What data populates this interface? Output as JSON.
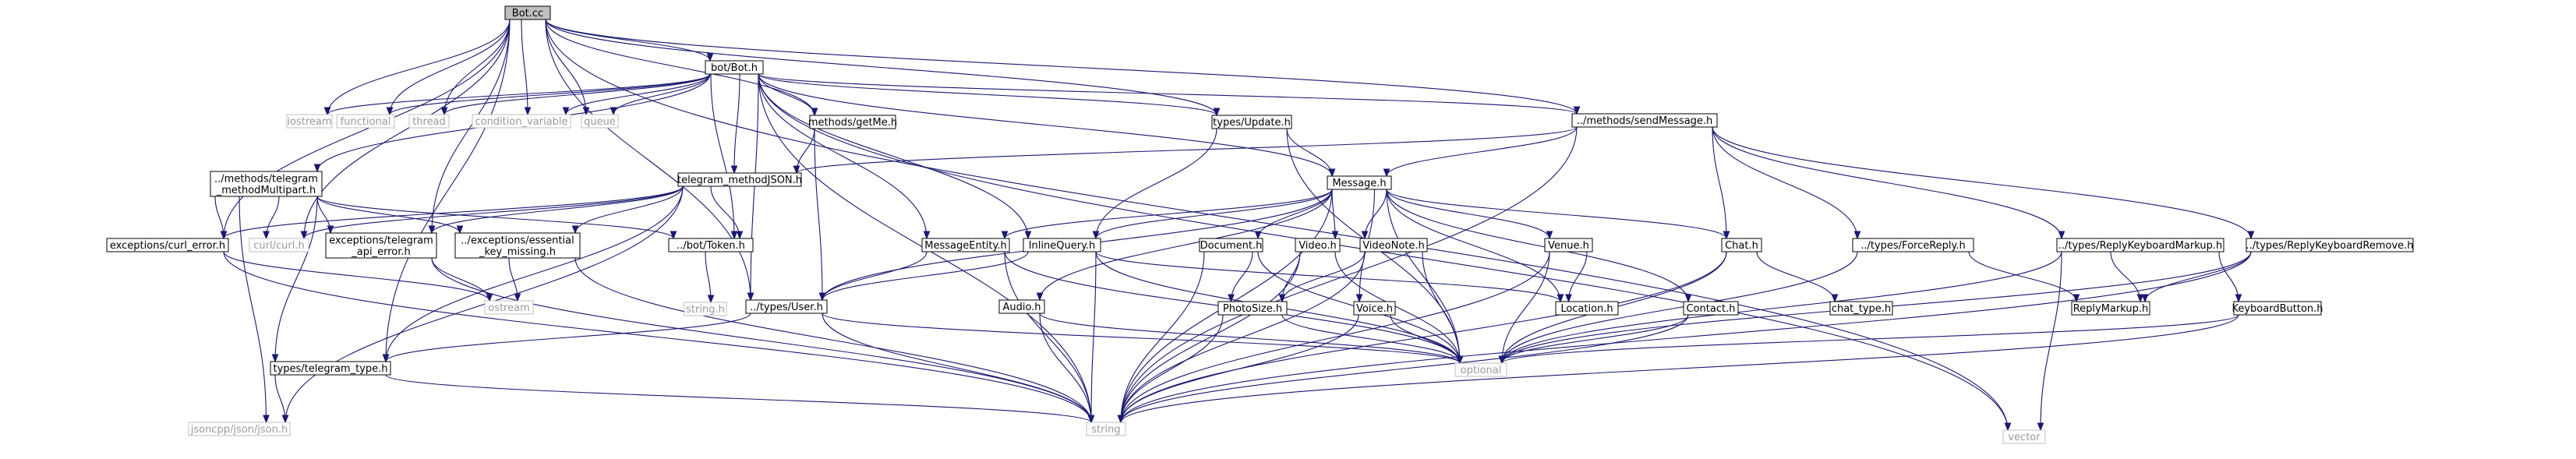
{
  "graph": {
    "colors": {
      "edge": "#191970",
      "node_border": "#000000",
      "root_fill": "#bfbfbf",
      "external_border": "#bfbfbf",
      "external_text": "#9a9a9a"
    },
    "nodes": [
      {
        "id": "bot_cc",
        "label": "Bot.cc",
        "kind": "root"
      },
      {
        "id": "bot_bot_h",
        "label": "bot/Bot.h",
        "kind": "file"
      },
      {
        "id": "iostream",
        "label": "iostream",
        "kind": "external"
      },
      {
        "id": "functional",
        "label": "functional",
        "kind": "external"
      },
      {
        "id": "thread",
        "label": "thread",
        "kind": "external"
      },
      {
        "id": "condition_variable",
        "label": "condition_variable",
        "kind": "external"
      },
      {
        "id": "queue",
        "label": "queue",
        "kind": "external"
      },
      {
        "id": "methods_getme",
        "label": "methods/getMe.h",
        "kind": "file"
      },
      {
        "id": "types_update",
        "label": "types/Update.h",
        "kind": "file"
      },
      {
        "id": "methods_sendmessage",
        "label": "../methods/sendMessage.h",
        "kind": "file"
      },
      {
        "id": "vector",
        "label": "vector",
        "kind": "external"
      },
      {
        "id": "telegram_multipart",
        "label": "../methods/telegram_methodMultipart.h",
        "label_lines": [
          "../methods/telegram",
          "_methodMultipart.h"
        ],
        "kind": "file"
      },
      {
        "id": "telegram_methodjson",
        "label": "telegram_methodJSON.h",
        "kind": "file"
      },
      {
        "id": "message_h",
        "label": "Message.h",
        "kind": "file"
      },
      {
        "id": "exceptions_curl_error",
        "label": "exceptions/curl_error.h",
        "kind": "file"
      },
      {
        "id": "curl_curl",
        "label": "curl/curl.h",
        "kind": "external"
      },
      {
        "id": "exceptions_telegram_api_error",
        "label": "exceptions/telegram_api_error.h",
        "label_lines": [
          "exceptions/telegram",
          "_api_error.h"
        ],
        "kind": "file"
      },
      {
        "id": "exceptions_essential_key_missing",
        "label": "../exceptions/essential_key_missing.h",
        "label_lines": [
          "../exceptions/essential",
          "_key_missing.h"
        ],
        "kind": "file"
      },
      {
        "id": "bot_token",
        "label": "../bot/Token.h",
        "kind": "file"
      },
      {
        "id": "message_entity",
        "label": "MessageEntity.h",
        "kind": "file"
      },
      {
        "id": "inline_query",
        "label": "InlineQuery.h",
        "kind": "file"
      },
      {
        "id": "document_h",
        "label": "Document.h",
        "kind": "file"
      },
      {
        "id": "video_h",
        "label": "Video.h",
        "kind": "file"
      },
      {
        "id": "videonote_h",
        "label": "VideoNote.h",
        "kind": "file"
      },
      {
        "id": "venue_h",
        "label": "Venue.h",
        "kind": "file"
      },
      {
        "id": "chat_h",
        "label": "Chat.h",
        "kind": "file"
      },
      {
        "id": "types_forcereply",
        "label": "../types/ForceReply.h",
        "kind": "file"
      },
      {
        "id": "types_replykeyboardmarkup",
        "label": "../types/ReplyKeyboardMarkup.h",
        "kind": "file"
      },
      {
        "id": "types_replykeyboardremove",
        "label": "../types/ReplyKeyboardRemove.h",
        "kind": "file"
      },
      {
        "id": "string_h",
        "label": "string.h",
        "kind": "external"
      },
      {
        "id": "ostream",
        "label": "ostream",
        "kind": "external"
      },
      {
        "id": "types_user",
        "label": "../types/User.h",
        "kind": "file"
      },
      {
        "id": "audio_h",
        "label": "Audio.h",
        "kind": "file"
      },
      {
        "id": "photosize_h",
        "label": "PhotoSize.h",
        "kind": "file"
      },
      {
        "id": "voice_h",
        "label": "Voice.h",
        "kind": "file"
      },
      {
        "id": "location_h",
        "label": "Location.h",
        "kind": "file"
      },
      {
        "id": "contact_h",
        "label": "Contact.h",
        "kind": "file"
      },
      {
        "id": "chat_type_h",
        "label": "chat_type.h",
        "kind": "file"
      },
      {
        "id": "replymarkup_h",
        "label": "ReplyMarkup.h",
        "kind": "file"
      },
      {
        "id": "keyboardbutton_h",
        "label": "KeyboardButton.h",
        "kind": "file"
      },
      {
        "id": "optional",
        "label": "optional",
        "kind": "external"
      },
      {
        "id": "types_telegram_type",
        "label": "types/telegram_type.h",
        "kind": "file"
      },
      {
        "id": "json_h",
        "label": "jsoncpp/json/json.h",
        "kind": "external"
      },
      {
        "id": "string",
        "label": "string",
        "kind": "external"
      }
    ],
    "edges": [
      [
        "bot_cc",
        "bot_bot_h"
      ],
      [
        "bot_cc",
        "iostream"
      ],
      [
        "bot_cc",
        "functional"
      ],
      [
        "bot_cc",
        "thread"
      ],
      [
        "bot_cc",
        "condition_variable"
      ],
      [
        "bot_cc",
        "queue"
      ],
      [
        "bot_cc",
        "methods_getme"
      ],
      [
        "bot_cc",
        "types_update"
      ],
      [
        "bot_cc",
        "methods_sendmessage"
      ],
      [
        "bot_cc",
        "vector"
      ],
      [
        "bot_cc",
        "exceptions_curl_error"
      ],
      [
        "bot_cc",
        "curl_curl"
      ],
      [
        "bot_cc",
        "exceptions_telegram_api_error"
      ],
      [
        "bot_cc",
        "types_user"
      ],
      [
        "bot_cc",
        "types_telegram_type"
      ],
      [
        "bot_bot_h",
        "iostream"
      ],
      [
        "bot_bot_h",
        "functional"
      ],
      [
        "bot_bot_h",
        "thread"
      ],
      [
        "bot_bot_h",
        "condition_variable"
      ],
      [
        "bot_bot_h",
        "queue"
      ],
      [
        "bot_bot_h",
        "methods_getme"
      ],
      [
        "bot_bot_h",
        "types_update"
      ],
      [
        "bot_bot_h",
        "methods_sendmessage"
      ],
      [
        "bot_bot_h",
        "telegram_multipart"
      ],
      [
        "bot_bot_h",
        "telegram_methodjson"
      ],
      [
        "bot_bot_h",
        "message_h"
      ],
      [
        "bot_bot_h",
        "message_entity"
      ],
      [
        "bot_bot_h",
        "inline_query"
      ],
      [
        "bot_bot_h",
        "bot_token"
      ],
      [
        "bot_bot_h",
        "types_user"
      ],
      [
        "bot_bot_h",
        "vector"
      ],
      [
        "bot_bot_h",
        "string"
      ],
      [
        "methods_getme",
        "telegram_methodjson"
      ],
      [
        "methods_getme",
        "types_user"
      ],
      [
        "types_update",
        "message_h"
      ],
      [
        "types_update",
        "inline_query"
      ],
      [
        "types_update",
        "optional"
      ],
      [
        "methods_sendmessage",
        "telegram_methodjson"
      ],
      [
        "methods_sendmessage",
        "message_h"
      ],
      [
        "methods_sendmessage",
        "chat_h"
      ],
      [
        "methods_sendmessage",
        "types_forcereply"
      ],
      [
        "methods_sendmessage",
        "types_replykeyboardmarkup"
      ],
      [
        "methods_sendmessage",
        "types_replykeyboardremove"
      ],
      [
        "methods_sendmessage",
        "string"
      ],
      [
        "telegram_multipart",
        "exceptions_curl_error"
      ],
      [
        "telegram_multipart",
        "curl_curl"
      ],
      [
        "telegram_multipart",
        "exceptions_telegram_api_error"
      ],
      [
        "telegram_multipart",
        "exceptions_essential_key_missing"
      ],
      [
        "telegram_multipart",
        "bot_token"
      ],
      [
        "telegram_multipart",
        "types_telegram_type"
      ],
      [
        "telegram_multipart",
        "json_h"
      ],
      [
        "telegram_methodjson",
        "exceptions_curl_error"
      ],
      [
        "telegram_methodjson",
        "curl_curl"
      ],
      [
        "telegram_methodjson",
        "exceptions_telegram_api_error"
      ],
      [
        "telegram_methodjson",
        "exceptions_essential_key_missing"
      ],
      [
        "telegram_methodjson",
        "bot_token"
      ],
      [
        "telegram_methodjson",
        "types_telegram_type"
      ],
      [
        "telegram_methodjson",
        "json_h"
      ],
      [
        "message_h",
        "message_entity"
      ],
      [
        "message_h",
        "inline_query"
      ],
      [
        "message_h",
        "document_h"
      ],
      [
        "message_h",
        "video_h"
      ],
      [
        "message_h",
        "videonote_h"
      ],
      [
        "message_h",
        "venue_h"
      ],
      [
        "message_h",
        "chat_h"
      ],
      [
        "message_h",
        "types_user"
      ],
      [
        "message_h",
        "audio_h"
      ],
      [
        "message_h",
        "voice_h"
      ],
      [
        "message_h",
        "location_h"
      ],
      [
        "message_h",
        "contact_h"
      ],
      [
        "message_h",
        "optional"
      ],
      [
        "message_h",
        "string"
      ],
      [
        "exceptions_curl_error",
        "ostream"
      ],
      [
        "exceptions_curl_error",
        "string"
      ],
      [
        "exceptions_telegram_api_error",
        "ostream"
      ],
      [
        "exceptions_telegram_api_error",
        "string"
      ],
      [
        "exceptions_essential_key_missing",
        "ostream"
      ],
      [
        "exceptions_essential_key_missing",
        "string"
      ],
      [
        "bot_token",
        "string_h"
      ],
      [
        "message_entity",
        "types_user"
      ],
      [
        "message_entity",
        "optional"
      ],
      [
        "message_entity",
        "string"
      ],
      [
        "inline_query",
        "types_user"
      ],
      [
        "inline_query",
        "location_h"
      ],
      [
        "inline_query",
        "optional"
      ],
      [
        "inline_query",
        "string"
      ],
      [
        "document_h",
        "photosize_h"
      ],
      [
        "document_h",
        "optional"
      ],
      [
        "document_h",
        "string"
      ],
      [
        "video_h",
        "photosize_h"
      ],
      [
        "video_h",
        "optional"
      ],
      [
        "video_h",
        "string"
      ],
      [
        "videonote_h",
        "photosize_h"
      ],
      [
        "videonote_h",
        "optional"
      ],
      [
        "videonote_h",
        "string"
      ],
      [
        "venue_h",
        "location_h"
      ],
      [
        "venue_h",
        "optional"
      ],
      [
        "venue_h",
        "string"
      ],
      [
        "chat_h",
        "chat_type_h"
      ],
      [
        "chat_h",
        "optional"
      ],
      [
        "chat_h",
        "string"
      ],
      [
        "types_forcereply",
        "replymarkup_h"
      ],
      [
        "types_forcereply",
        "optional"
      ],
      [
        "types_replykeyboardmarkup",
        "replymarkup_h"
      ],
      [
        "types_replykeyboardmarkup",
        "keyboardbutton_h"
      ],
      [
        "types_replykeyboardmarkup",
        "vector"
      ],
      [
        "types_replykeyboardmarkup",
        "optional"
      ],
      [
        "types_replykeyboardremove",
        "replymarkup_h"
      ],
      [
        "types_replykeyboardremove",
        "optional"
      ],
      [
        "types_replykeyboardremove",
        "string"
      ],
      [
        "types_user",
        "types_telegram_type"
      ],
      [
        "types_user",
        "optional"
      ],
      [
        "types_user",
        "string"
      ],
      [
        "audio_h",
        "optional"
      ],
      [
        "audio_h",
        "string"
      ],
      [
        "photosize_h",
        "optional"
      ],
      [
        "photosize_h",
        "string"
      ],
      [
        "voice_h",
        "optional"
      ],
      [
        "voice_h",
        "string"
      ],
      [
        "contact_h",
        "optional"
      ],
      [
        "contact_h",
        "string"
      ],
      [
        "keyboardbutton_h",
        "optional"
      ],
      [
        "keyboardbutton_h",
        "string"
      ],
      [
        "types_telegram_type",
        "json_h"
      ],
      [
        "types_telegram_type",
        "string"
      ]
    ]
  }
}
